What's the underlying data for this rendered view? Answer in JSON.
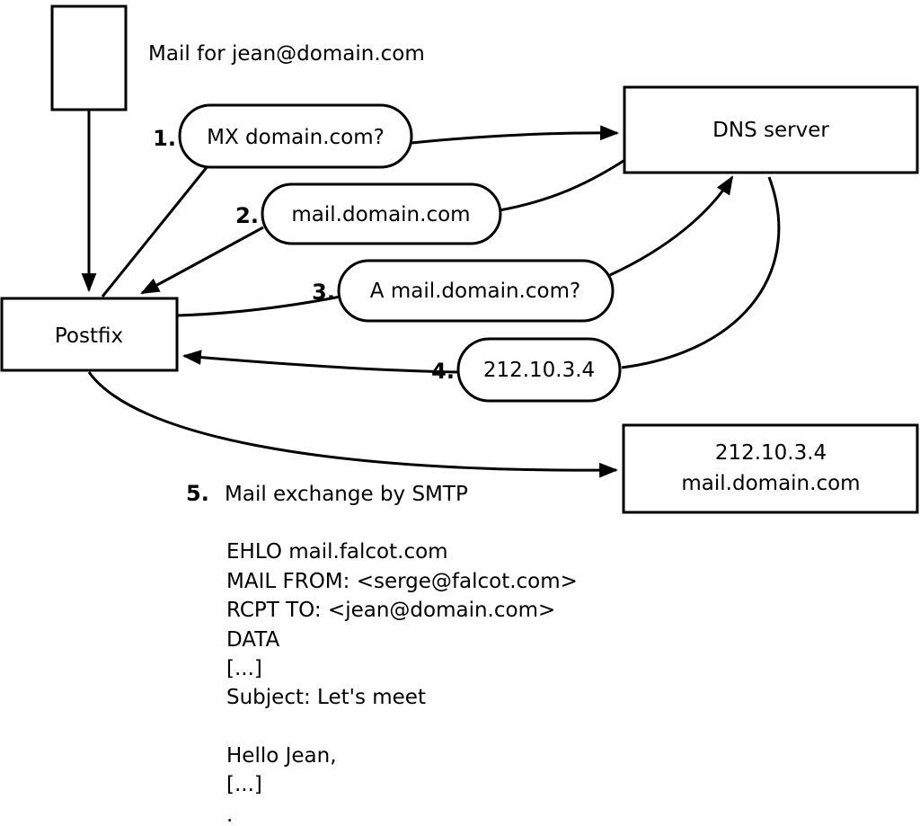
{
  "diagram": {
    "title_label": "Mail for jean@domain.com",
    "postfix_label": "Postfix",
    "dns_label": "DNS server",
    "steps": [
      {
        "num": "1.",
        "label": "MX domain.com?"
      },
      {
        "num": "2.",
        "label": "mail.domain.com"
      },
      {
        "num": "3.",
        "label": "A mail.domain.com?"
      },
      {
        "num": "4.",
        "label": "212.10.3.4"
      }
    ],
    "step5": {
      "num": "5.",
      "label": "Mail exchange by SMTP"
    },
    "dest_box": {
      "line1": "212.10.3.4",
      "line2": "mail.domain.com"
    },
    "colors": {
      "stroke": "#000000",
      "background": "#ffffff",
      "text": "#000000"
    }
  },
  "smtp_transcript": {
    "lines": [
      "EHLO mail.falcot.com",
      "MAIL FROM: <serge@falcot.com>",
      "RCPT TO: <jean@domain.com>",
      "DATA",
      "[...]",
      "Subject: Let's meet",
      "Hello Jean,",
      "[...]",
      "."
    ]
  }
}
